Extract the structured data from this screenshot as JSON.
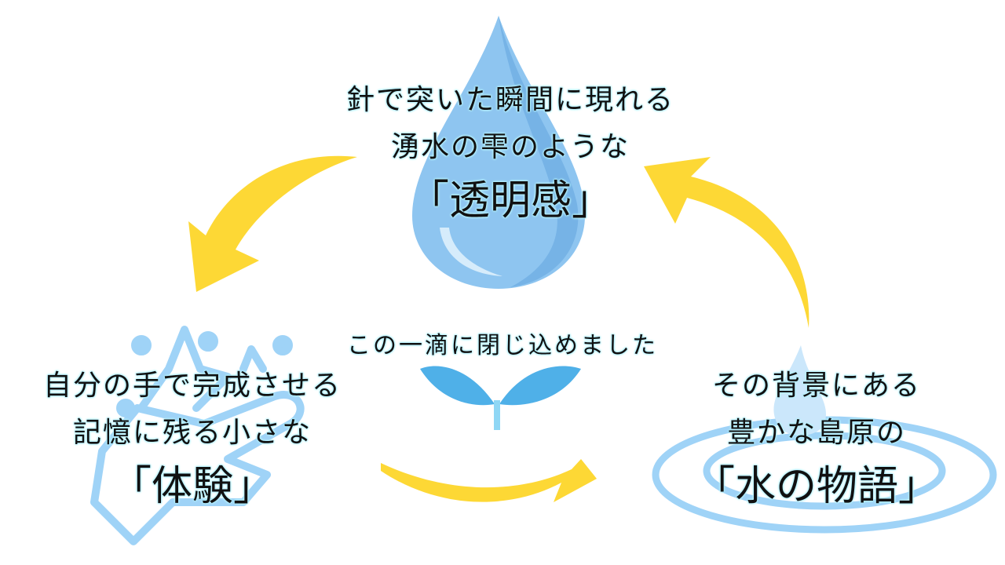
{
  "top": {
    "line1": "針で突いた瞬間に現れる",
    "line2": "湧水の雫のような",
    "keyword": "「透明感」"
  },
  "left": {
    "line1": "自分の手で完成させる",
    "line2": "記憶に残る小さな",
    "keyword": "「体験」"
  },
  "right": {
    "line1": "その背景にある",
    "line2": "豊かな島原の",
    "keyword": "「水の物語」"
  },
  "center": {
    "caption": "この一滴に閉じ込めました"
  },
  "colors": {
    "arrow": "#fdd835",
    "drop": "#8ec5f0",
    "icon": "#9fd3f7",
    "glow": "#bff4ff"
  }
}
